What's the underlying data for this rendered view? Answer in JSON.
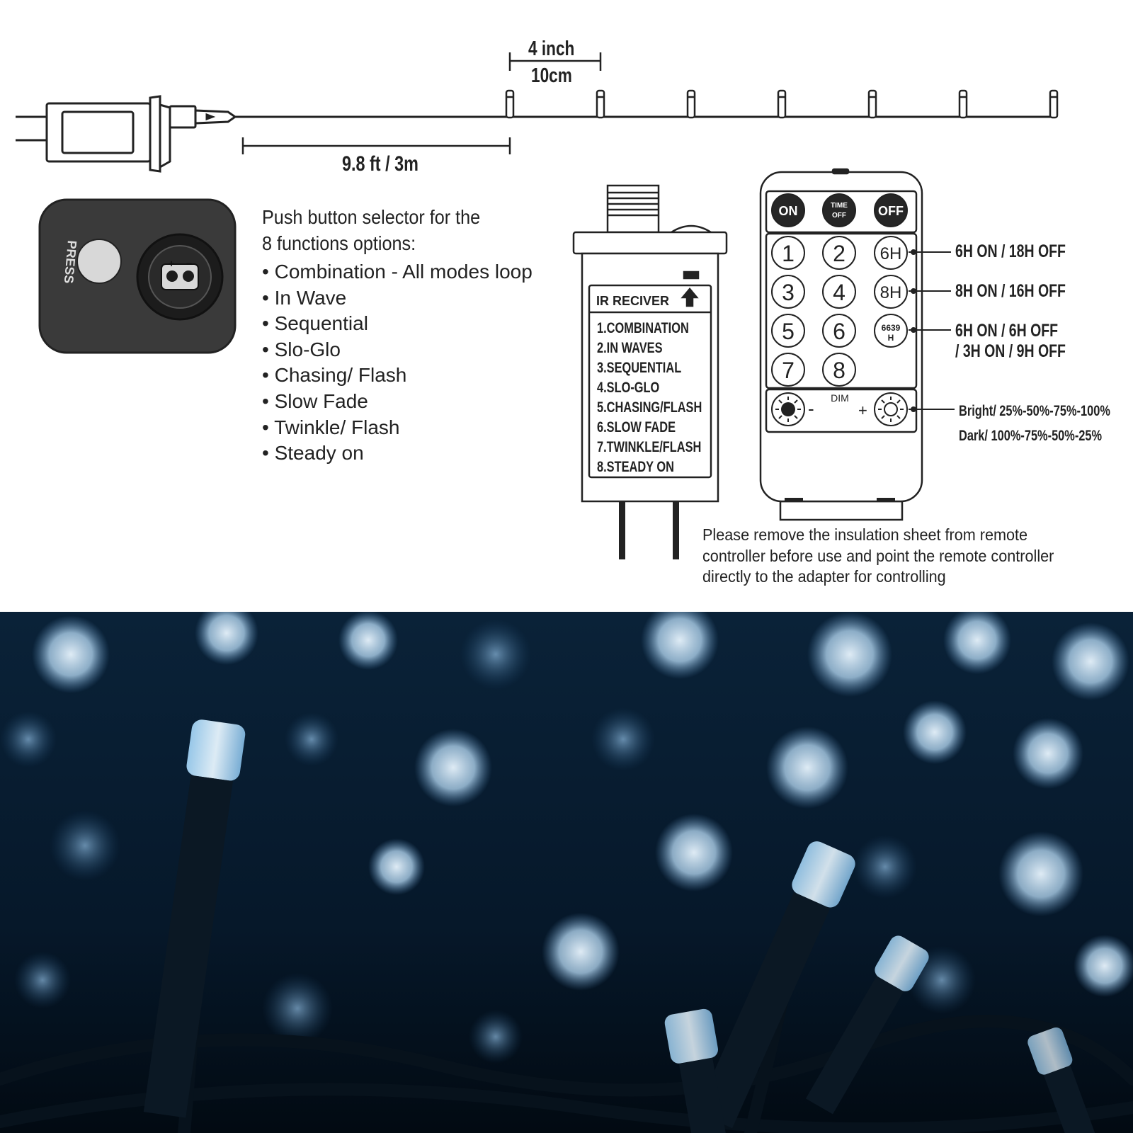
{
  "dimensions": {
    "spacing_inch": "4 inch",
    "spacing_cm": "10cm",
    "lead_length": "9.8 ft / 3m"
  },
  "selector": {
    "press_label": "PRESS",
    "intro_line1": "Push button selector for the",
    "intro_line2": "8 functions options:",
    "options": [
      "Combination - All modes loop",
      "In Wave",
      "Sequential",
      "Slo-Glo",
      "Chasing/ Flash",
      "Slow Fade",
      "Twinkle/ Flash",
      "Steady on"
    ]
  },
  "adapter": {
    "receiver_title": "IR RECIVER",
    "modes": [
      "1.COMBINATION",
      "2.IN WAVES",
      "3.SEQUENTIAL",
      "4.SLO-GLO",
      "5.CHASING/FLASH",
      "6.SLOW FADE",
      "7.TWINKLE/FLASH",
      "8.STEADY ON"
    ]
  },
  "remote": {
    "on_label": "ON",
    "time_off_line1": "TIME",
    "time_off_line2": "OFF",
    "off_label": "OFF",
    "numbers": [
      "1",
      "2",
      "3",
      "4",
      "5",
      "6",
      "7",
      "8"
    ],
    "timer_6h": "6H",
    "timer_8h": "8H",
    "timer_6639_line1": "6639",
    "timer_6639_line2": "H",
    "dim_label": "DIM",
    "minus": "-",
    "plus": "+"
  },
  "callouts": {
    "timer_6h": "6H ON / 18H OFF",
    "timer_8h": "8H ON / 16H OFF",
    "timer_cycle_line1": "6H ON / 6H OFF",
    "timer_cycle_line2": "/ 3H ON / 9H OFF",
    "bright": "Bright/ 25%-50%-75%-100%",
    "dark": "Dark/ 100%-75%-50%-25%"
  },
  "note": "Please remove the insulation sheet from remote controller before use and point the remote controller directly to the adapter for controlling",
  "colors": {
    "line": "#222222",
    "panel": "#2f2f2f",
    "photo_bg": "#04101c",
    "light_blue": "#bfe3ff"
  }
}
